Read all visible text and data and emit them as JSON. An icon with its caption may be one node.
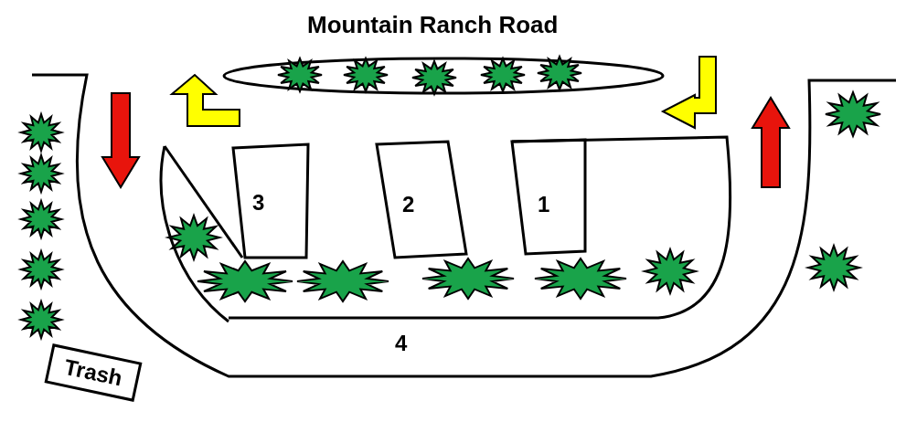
{
  "diagram": {
    "nodes": [
      {
        "text": [
          "Trash"
        ]
      }
    ],
    "labels": [
      "Mountain Ranch Road",
      "3",
      "2",
      "1",
      "4"
    ]
  }
}
